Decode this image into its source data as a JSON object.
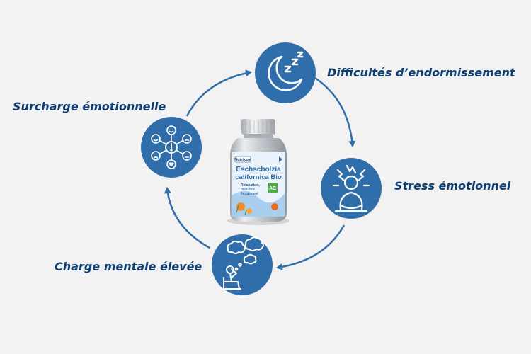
{
  "theme": {
    "circle": "#2f6eaa",
    "arrow": "#2f6eaa",
    "label": "#0f3f73",
    "background": "#f2f2f2"
  },
  "cycle": [
    {
      "label": "Difficultés d’endormissement",
      "icon": "moon-sleep-icon"
    },
    {
      "label": "Stress émotionnel",
      "icon": "stressed-person-icon"
    },
    {
      "label": "Charge mentale élevée",
      "icon": "thinking-person-icon"
    },
    {
      "label": "Surcharge émotionnelle",
      "icon": "emotions-network-icon"
    }
  ],
  "product": {
    "brand": "Nutrixeal",
    "name_line1": "Eschscholzia",
    "name_line2": "californica Bio",
    "claims": [
      "Relaxation,",
      "bien-être",
      "émotionnel"
    ],
    "organic_badge": "AB",
    "cap_color": "#c9cdd2",
    "label_color": "#eaf2fb"
  }
}
